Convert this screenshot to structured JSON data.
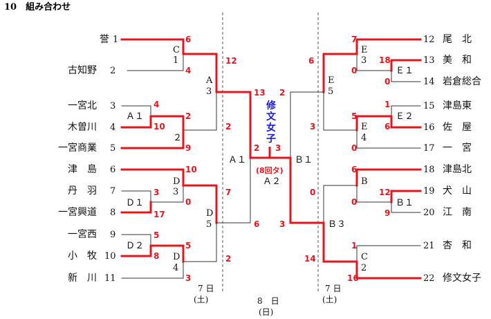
{
  "title": "10　組み合わせ",
  "colors": {
    "win": "#e8141c",
    "lose": "#333333",
    "champion": "#1a1adc"
  },
  "teams_left": [
    {
      "seed": "1",
      "name": "誉"
    },
    {
      "seed": "2",
      "name": "古知野"
    },
    {
      "seed": "3",
      "name": "一宮北"
    },
    {
      "seed": "4",
      "name": "木曽川"
    },
    {
      "seed": "5",
      "name": "一宮商業"
    },
    {
      "seed": "6",
      "name": "津　島"
    },
    {
      "seed": "7",
      "name": "丹　羽"
    },
    {
      "seed": "8",
      "name": "一宮興道"
    },
    {
      "seed": "9",
      "name": "一宮西"
    },
    {
      "seed": "10",
      "name": "小　牧"
    },
    {
      "seed": "11",
      "name": "新　川"
    }
  ],
  "teams_right": [
    {
      "seed": "12",
      "name": "尾　北"
    },
    {
      "seed": "13",
      "name": "美　和"
    },
    {
      "seed": "14",
      "name": "岩倉総合"
    },
    {
      "seed": "15",
      "name": "津島東"
    },
    {
      "seed": "16",
      "name": "佐　屋"
    },
    {
      "seed": "17",
      "name": "一　宮"
    },
    {
      "seed": "18",
      "name": "津島北"
    },
    {
      "seed": "19",
      "name": "犬　山"
    },
    {
      "seed": "20",
      "name": "江　南"
    },
    {
      "seed": "21",
      "name": "杏　和"
    },
    {
      "seed": "22",
      "name": "修文女子"
    }
  ],
  "match_labels": {
    "C1": [
      "C",
      "1"
    ],
    "A1s": "Ａ１",
    "s2": "２",
    "A3": [
      "A",
      "3"
    ],
    "D3": [
      "D",
      "3"
    ],
    "D1": "Ｄ１",
    "D5": [
      "D",
      "5"
    ],
    "D2": "Ｄ２",
    "D4": [
      "D",
      "4"
    ],
    "A1": "Ａ１",
    "A2": "Ａ２",
    "B1": "Ｂ１",
    "E3": [
      "E",
      "3"
    ],
    "E1": "Ｅ１",
    "E5": [
      "E",
      "5"
    ],
    "E2": "Ｅ２",
    "E4": [
      "E",
      "4"
    ],
    "B": "B",
    "Bs1": "Ｂ１",
    "B3": "Ｂ３",
    "C2": [
      "C",
      "2"
    ]
  },
  "scores": {
    "c1_top": "6",
    "c1_bot": "4",
    "a1s_top": "4",
    "a1s_bot": "10",
    "s2_top": "2",
    "s2_bot": "9",
    "a3_top": "12",
    "a3_bot": "2",
    "d1_top": "3",
    "d1_bot": "17",
    "d3_top": "10",
    "d3_bot": "0",
    "d2_top": "5",
    "d2_bot": "8",
    "d4_top": "5",
    "d4_bot": "3",
    "d5_top": "7",
    "d5_bot": "2",
    "a1_top": "13",
    "a1_bot": "6",
    "final_left": "2",
    "final_right": "2",
    "final_left2": "2",
    "final_right2": "3",
    "e1_top": "18",
    "e1_bot": "0",
    "e3_top": "7",
    "e3_bot": "0",
    "e2_top": "1",
    "e2_bot": "6",
    "e4_top": "5",
    "e4_bot": "0",
    "e5_top": "6",
    "e5_bot": "3",
    "bs1_top": "12",
    "bs1_bot": "9",
    "b_top": "6",
    "b_bot": "0",
    "c2_top": "1",
    "c2_bot": "16",
    "b3_top": "0",
    "b3_bot": "14",
    "b1_bot": "3"
  },
  "final_note": "(8回タ)",
  "champion": [
    "修",
    "文",
    "女",
    "子"
  ],
  "days": {
    "left": [
      "7 日",
      "(土)"
    ],
    "center": [
      "8　日",
      "(日)"
    ],
    "right": [
      "7 日",
      "(土)"
    ]
  }
}
